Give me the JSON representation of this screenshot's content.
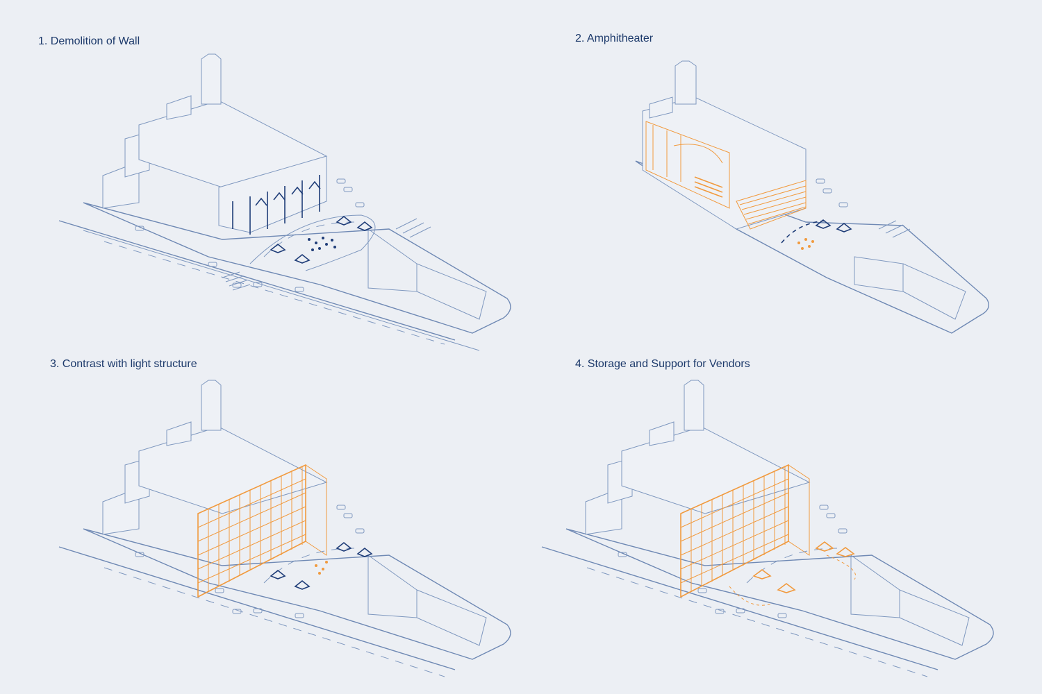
{
  "panels": [
    {
      "id": "p1",
      "title": "1.  Demolition of Wall"
    },
    {
      "id": "p2",
      "title": "2. Amphitheater"
    },
    {
      "id": "p3",
      "title": "3. Contrast with light structure"
    },
    {
      "id": "p4",
      "title": "4. Storage and Support for Vendors"
    }
  ],
  "colors": {
    "background": "#eceff4",
    "title_text": "#1d3a6b",
    "linework": "#7f98bf",
    "accent_dark": "#1f3d78",
    "accent_orange": "#f19a3e"
  }
}
